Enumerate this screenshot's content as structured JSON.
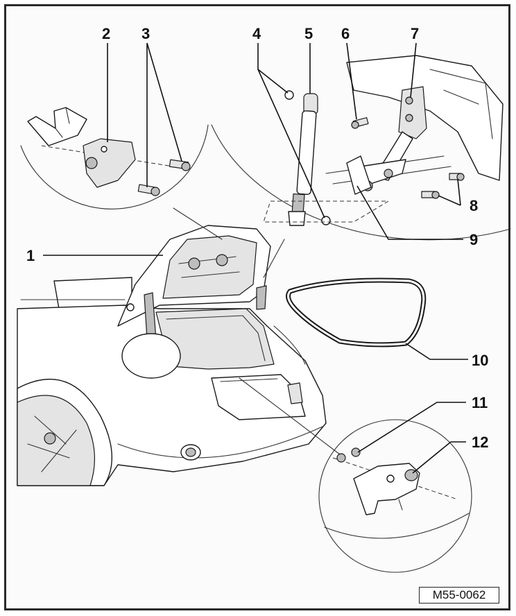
{
  "diagram": {
    "callouts": [
      "1",
      "2",
      "3",
      "4",
      "5",
      "6",
      "7",
      "8",
      "9",
      "10",
      "11",
      "12"
    ],
    "reference_code": "M55-0062"
  }
}
